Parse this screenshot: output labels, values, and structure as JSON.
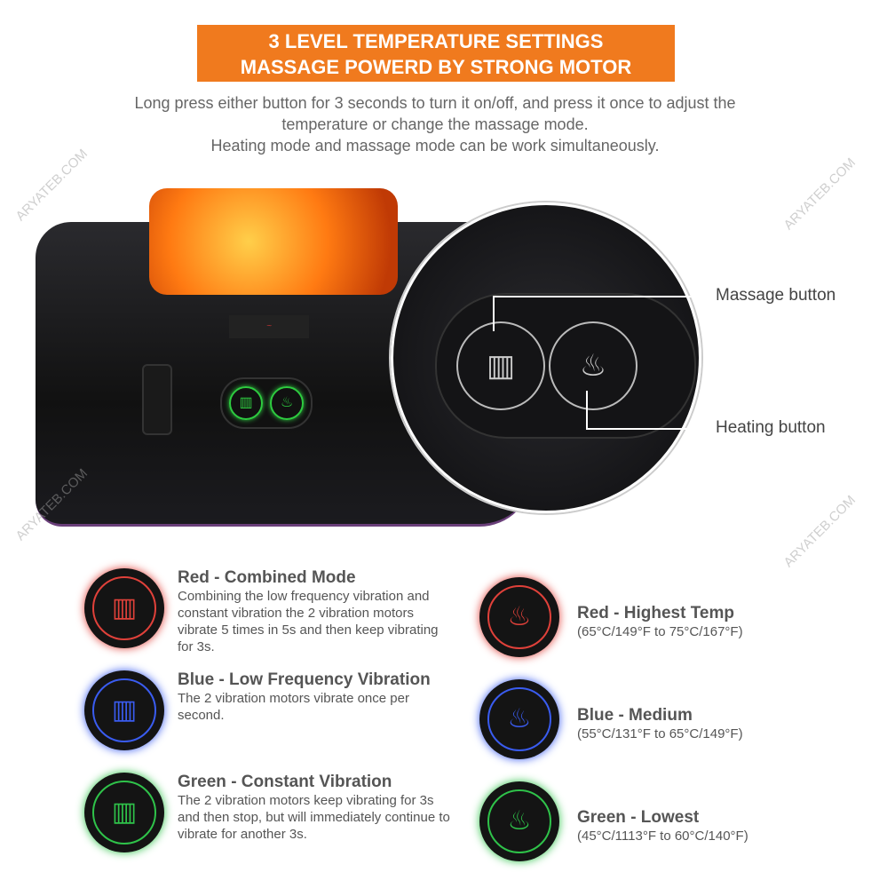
{
  "banner": {
    "line1": "3 LEVEL TEMPERATURE SETTINGS",
    "line2": "MASSAGE POWERD BY STRONG MOTOR"
  },
  "intro": {
    "line1": "Long press either button for 3 seconds to turn it on/off, and press it once to adjust the",
    "line2": "temperature or change the massage mode.",
    "line3": "Heating mode and massage mode can be work simultaneously."
  },
  "callouts": {
    "massage": "Massage button",
    "heating": "Heating button"
  },
  "massage_modes": [
    {
      "title": "Red - Combined Mode",
      "desc": "Combining the low frequency vibration and constant vibration the 2 vibration motors vibrate 5 times in 5s and then keep vibrating for 3s.",
      "color": "#e0413a"
    },
    {
      "title": "Blue - Low Frequency Vibration",
      "desc": "The 2 vibration motors vibrate once per second.",
      "color": "#3a5cf0"
    },
    {
      "title": "Green - Constant Vibration",
      "desc": "The 2 vibration motors keep vibrating for 3s and then stop, but will immediately continue to vibrate for another 3s.",
      "color": "#2fc34a"
    }
  ],
  "heat_levels": [
    {
      "title": "Red - Highest Temp",
      "desc": "(65°C/149°F to 75°C/167°F)",
      "color": "#e0413a"
    },
    {
      "title": "Blue - Medium",
      "desc": "(55°C/131°F to 65°C/149°F)",
      "color": "#3a5cf0"
    },
    {
      "title": "Green - Lowest",
      "desc": "(45°C/1113°F to 60°C/140°F)",
      "color": "#2fc34a"
    }
  ],
  "watermark": "ARYATEB.COM",
  "accent": "#f07a1e"
}
